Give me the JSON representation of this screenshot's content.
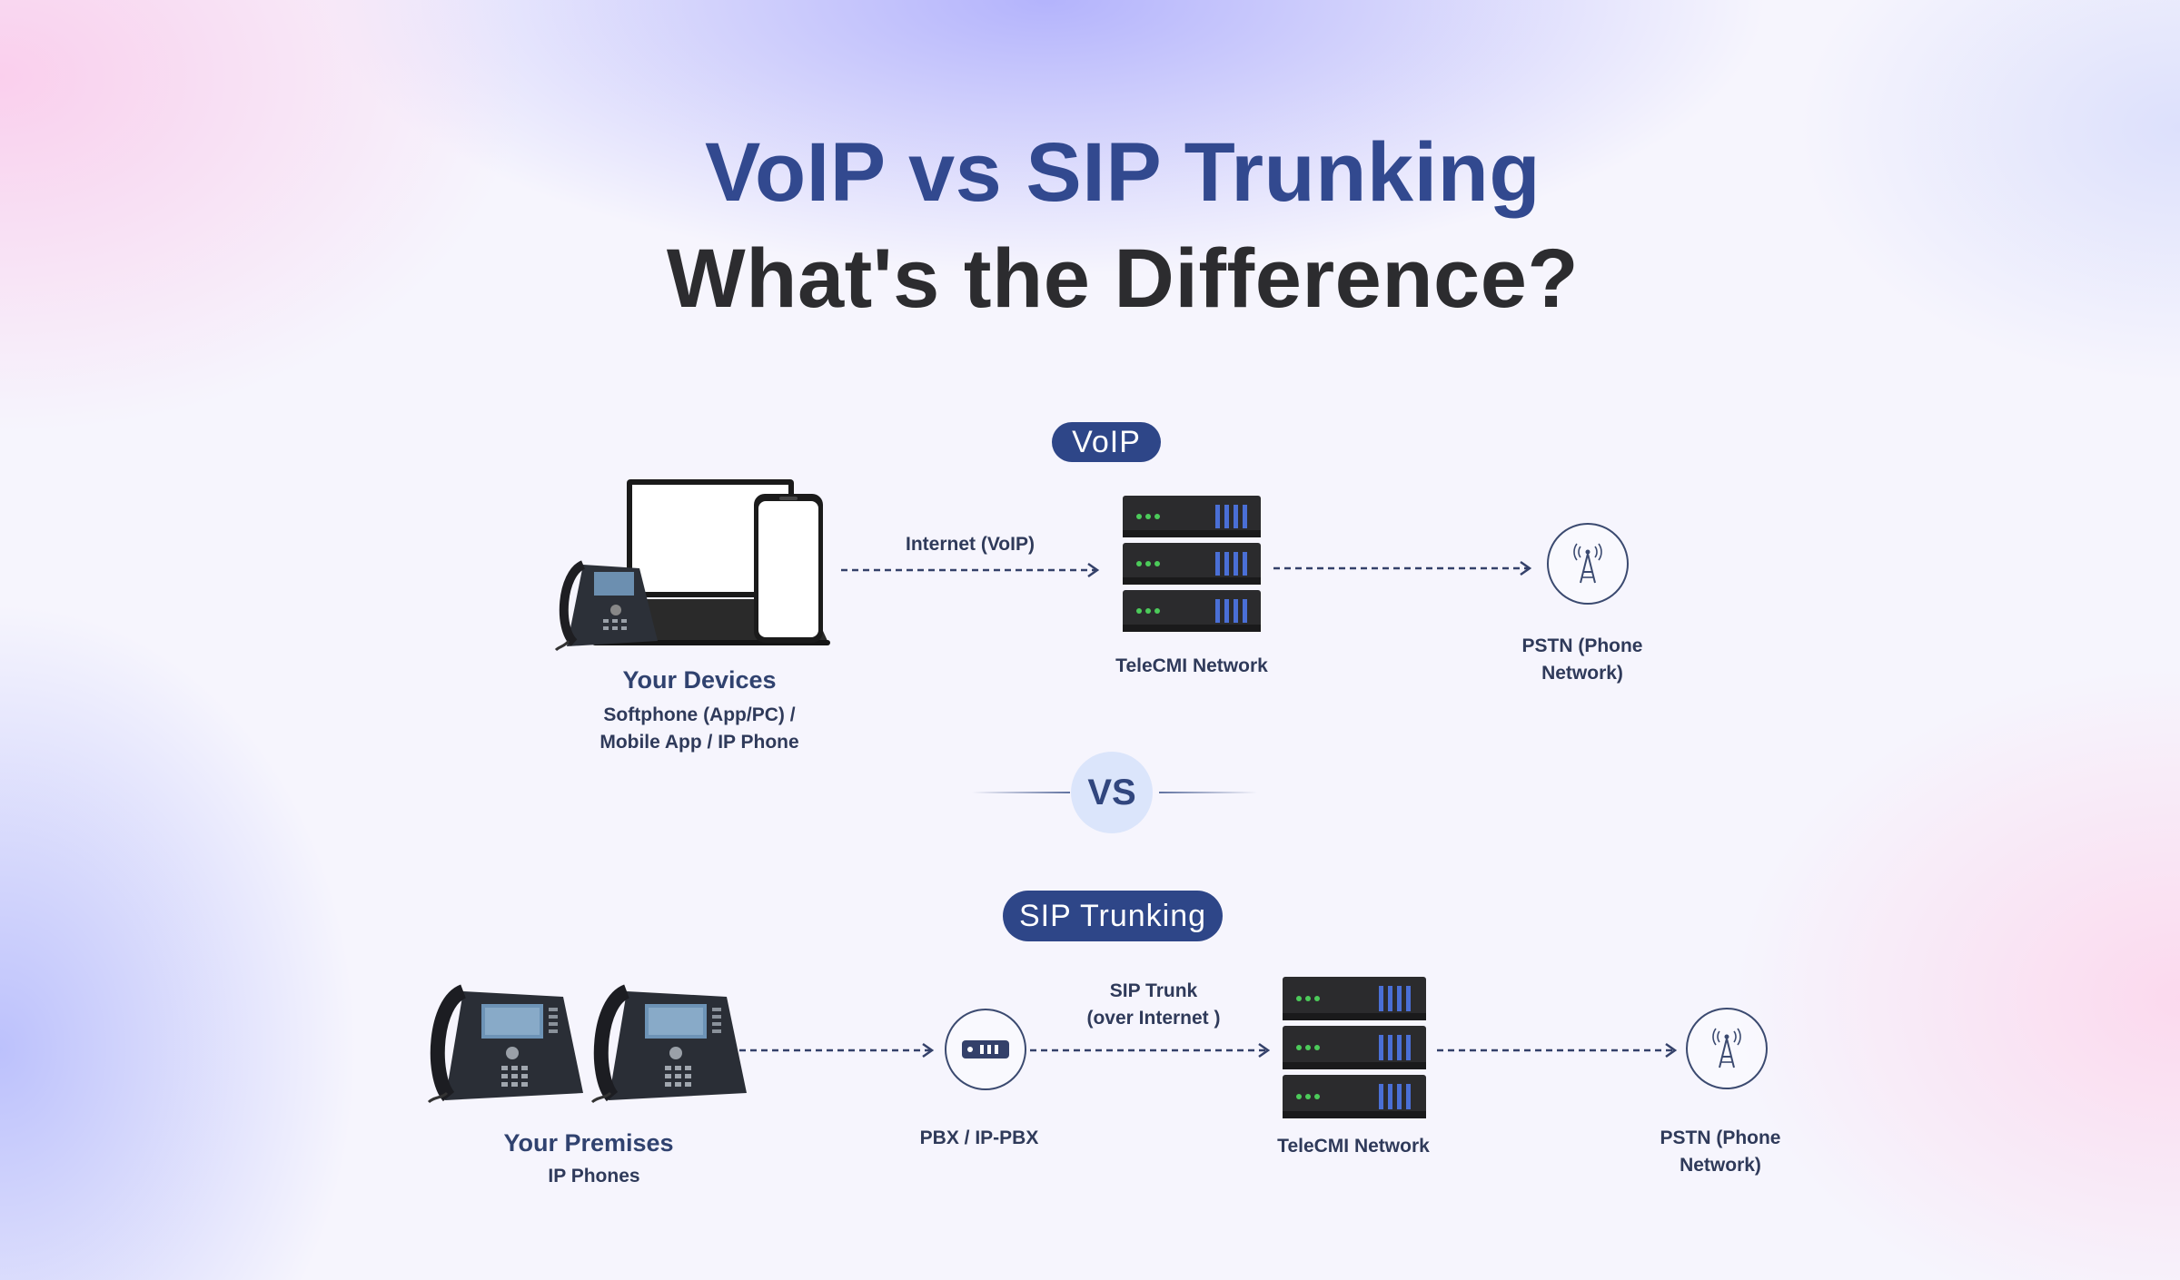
{
  "title": {
    "line1": "VoIP vs SIP Trunking",
    "line2": "What's the Difference?"
  },
  "voip": {
    "badge": "VoIP",
    "devices_title": "Your Devices",
    "devices_sub1": "Softphone (App/PC) /",
    "devices_sub2": "Mobile App / IP Phone",
    "link_internet": "Internet (VoIP)",
    "network": "TeleCMI Network",
    "pstn_line1": "PSTN  (Phone",
    "pstn_line2": "Network)"
  },
  "vs": "VS",
  "sip": {
    "badge": "SIP Trunking",
    "premises_title": "Your Premises",
    "premises_sub": "IP Phones",
    "pbx": "PBX / IP-PBX",
    "trunk_line1": "SIP Trunk",
    "trunk_line2": "(over Internet )",
    "network": "TeleCMI Network",
    "pstn_line1": "PSTN (Phone",
    "pstn_line2": "Network)"
  },
  "icons": {
    "devices": "laptop-phone-deskphone-icon",
    "server": "server-rack-icon",
    "tower": "antenna-tower-icon",
    "pbx": "router-icon",
    "desk_phone": "desk-phone-icon"
  },
  "colors": {
    "navy": "#2e4688",
    "title_blue": "#32498f",
    "dark": "#2c2c2f",
    "led_green": "#4ccb5a",
    "led_blue": "#4a6fd6"
  }
}
